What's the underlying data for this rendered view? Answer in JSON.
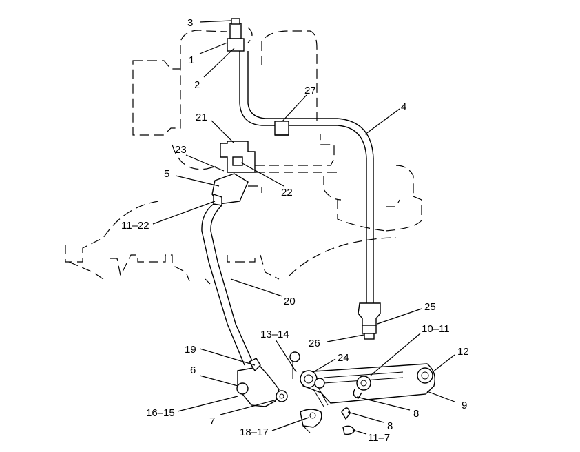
{
  "callouts": [
    "1",
    "2",
    "3",
    "4",
    "5",
    "6",
    "7",
    "8",
    "8",
    "9",
    "10–11",
    "11–22",
    "11–7",
    "12",
    "13–14",
    "16–15",
    "18–17",
    "19",
    "20",
    "21",
    "22",
    "23",
    "24",
    "25",
    "26",
    "27"
  ]
}
